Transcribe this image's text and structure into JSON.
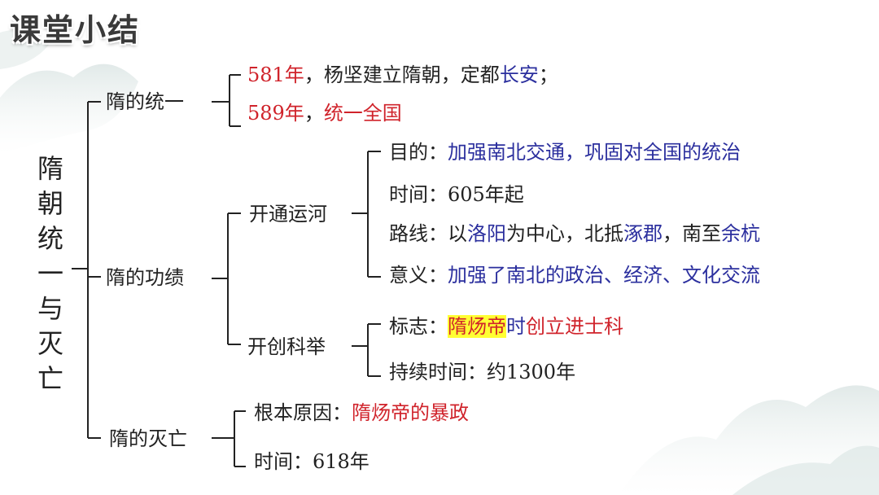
{
  "title": "课堂小结",
  "root": [
    "隋",
    "朝",
    "统",
    "一",
    "与",
    "灭",
    "亡"
  ],
  "branches": {
    "unify": {
      "label": "隋的统一",
      "line1": {
        "year": "581年",
        "sep": "，",
        "text": "杨坚建立隋朝，定都",
        "place": "长安",
        "end": "；"
      },
      "line2": {
        "year": "589年",
        "sep": "，",
        "text": "统一全国"
      }
    },
    "merits": {
      "label": "隋的功绩",
      "canal": {
        "label": "开通运河",
        "purpose": {
          "key": "目的：",
          "value": "加强南北交通，巩固对全国的统治"
        },
        "time": {
          "key": "时间：",
          "value": "605年起"
        },
        "route": {
          "key": "路线：",
          "pre": "以",
          "p1": "洛阳",
          "mid": "为中心，北抵",
          "p2": "涿郡",
          "mid2": "，南至",
          "p3": "余杭"
        },
        "meaning": {
          "key": "意义：",
          "value": "加强了南北的政治、经济、文化交流"
        }
      },
      "exam": {
        "label": "开创科举",
        "sign": {
          "key": "标志：",
          "emperor": "隋炀帝",
          "shi": "时",
          "value": "创立进士科"
        },
        "duration": {
          "key": "持续时间：",
          "value": "约1300年"
        }
      }
    },
    "fall": {
      "label": "隋的灭亡",
      "cause": {
        "key": "根本原因：",
        "value": "隋炀帝的暴政"
      },
      "time": {
        "key": "时间：",
        "value": "618年"
      }
    }
  },
  "colors": {
    "red": "#d0232b",
    "blue": "#2b2f9e",
    "highlight": "#ffff33"
  }
}
